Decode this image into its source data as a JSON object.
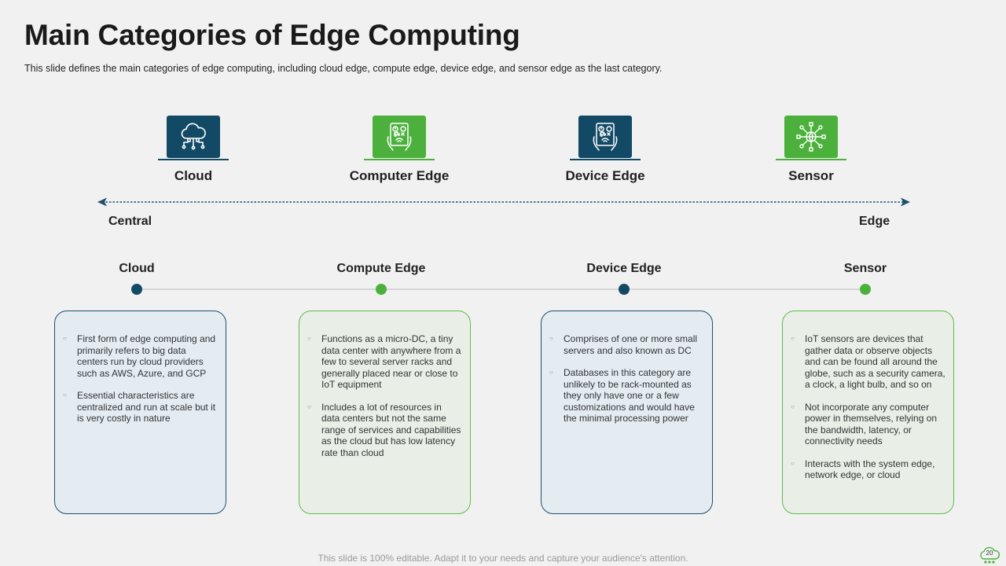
{
  "title": "Main Categories of Edge Computing",
  "subtitle": "This slide defines the main categories of edge computing, including cloud edge, compute edge, device edge, and sensor edge as the last category.",
  "colors": {
    "navy": "#124a66",
    "green": "#4cb13c",
    "blue_dot": "#124a66",
    "green_dot": "#4cb13c"
  },
  "top_icons": [
    {
      "label": "Cloud",
      "icon": "cloud-circuit-icon",
      "color": "navy"
    },
    {
      "label": "Computer Edge",
      "icon": "tablet-touch-icon",
      "color": "green"
    },
    {
      "label": "Device Edge",
      "icon": "tablet-touch-icon",
      "color": "navy"
    },
    {
      "label": "Sensor",
      "icon": "globe-network-icon",
      "color": "green"
    }
  ],
  "axis": {
    "left_label": "Central",
    "right_label": "Edge"
  },
  "categories": [
    {
      "label": "Cloud",
      "bullets": [
        "First form of edge computing and primarily refers to big data centers run by cloud providers such as AWS, Azure, and GCP",
        "Essential characteristics are centralized and run at scale but it is very costly in nature"
      ]
    },
    {
      "label": "Compute Edge",
      "bullets": [
        "Functions as a micro-DC, a tiny data center with anywhere from a few to several server racks and generally placed near or close to IoT equipment",
        "Includes a lot of resources in data centers but not the same range of services and capabilities as the cloud but has low latency rate than cloud"
      ]
    },
    {
      "label": "Device Edge",
      "bullets": [
        "Comprises of one or more small servers and also known as DC",
        "Databases in this category are unlikely to be rack-mounted as they only have one or a few customizations and would have the minimal processing power"
      ]
    },
    {
      "label": "Sensor",
      "bullets": [
        "IoT sensors are devices that gather data or observe objects and can be found all around the globe, such as a security camera, a clock, a light bulb, and so on",
        "Not incorporate any computer power in themselves, relying on the bandwidth, latency, or connectivity needs",
        "Interacts with the system edge, network edge, or cloud"
      ]
    }
  ],
  "footer": "This slide is 100% editable. Adapt it to your needs and capture your audience's attention.",
  "page_number": "20"
}
